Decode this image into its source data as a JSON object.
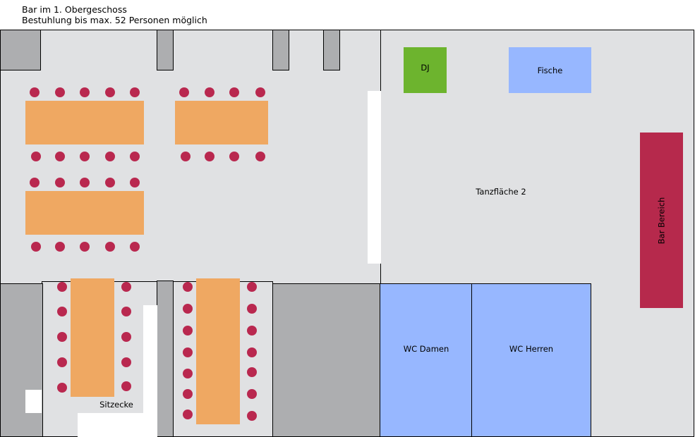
{
  "header": {
    "title": "Bar im 1. Obergeschoss",
    "subtitle": "Bestuhlung bis max. 52 Personen möglich"
  },
  "labels": {
    "dj": "DJ",
    "fische": "Fische",
    "dance_floor": "Tanzfläche 2",
    "bar_area": "Bar Bereich",
    "wc_women": "WC Damen",
    "wc_men": "WC Herren",
    "seating_corner": "Sitzecke"
  },
  "colors": {
    "floor": "#e0e1e3",
    "pillar": "#adaeb0",
    "table": "#efa862",
    "chair": "#b9284f",
    "wc": "#97b7ff",
    "dj": "#6db42e",
    "bar": "#b6294c"
  }
}
